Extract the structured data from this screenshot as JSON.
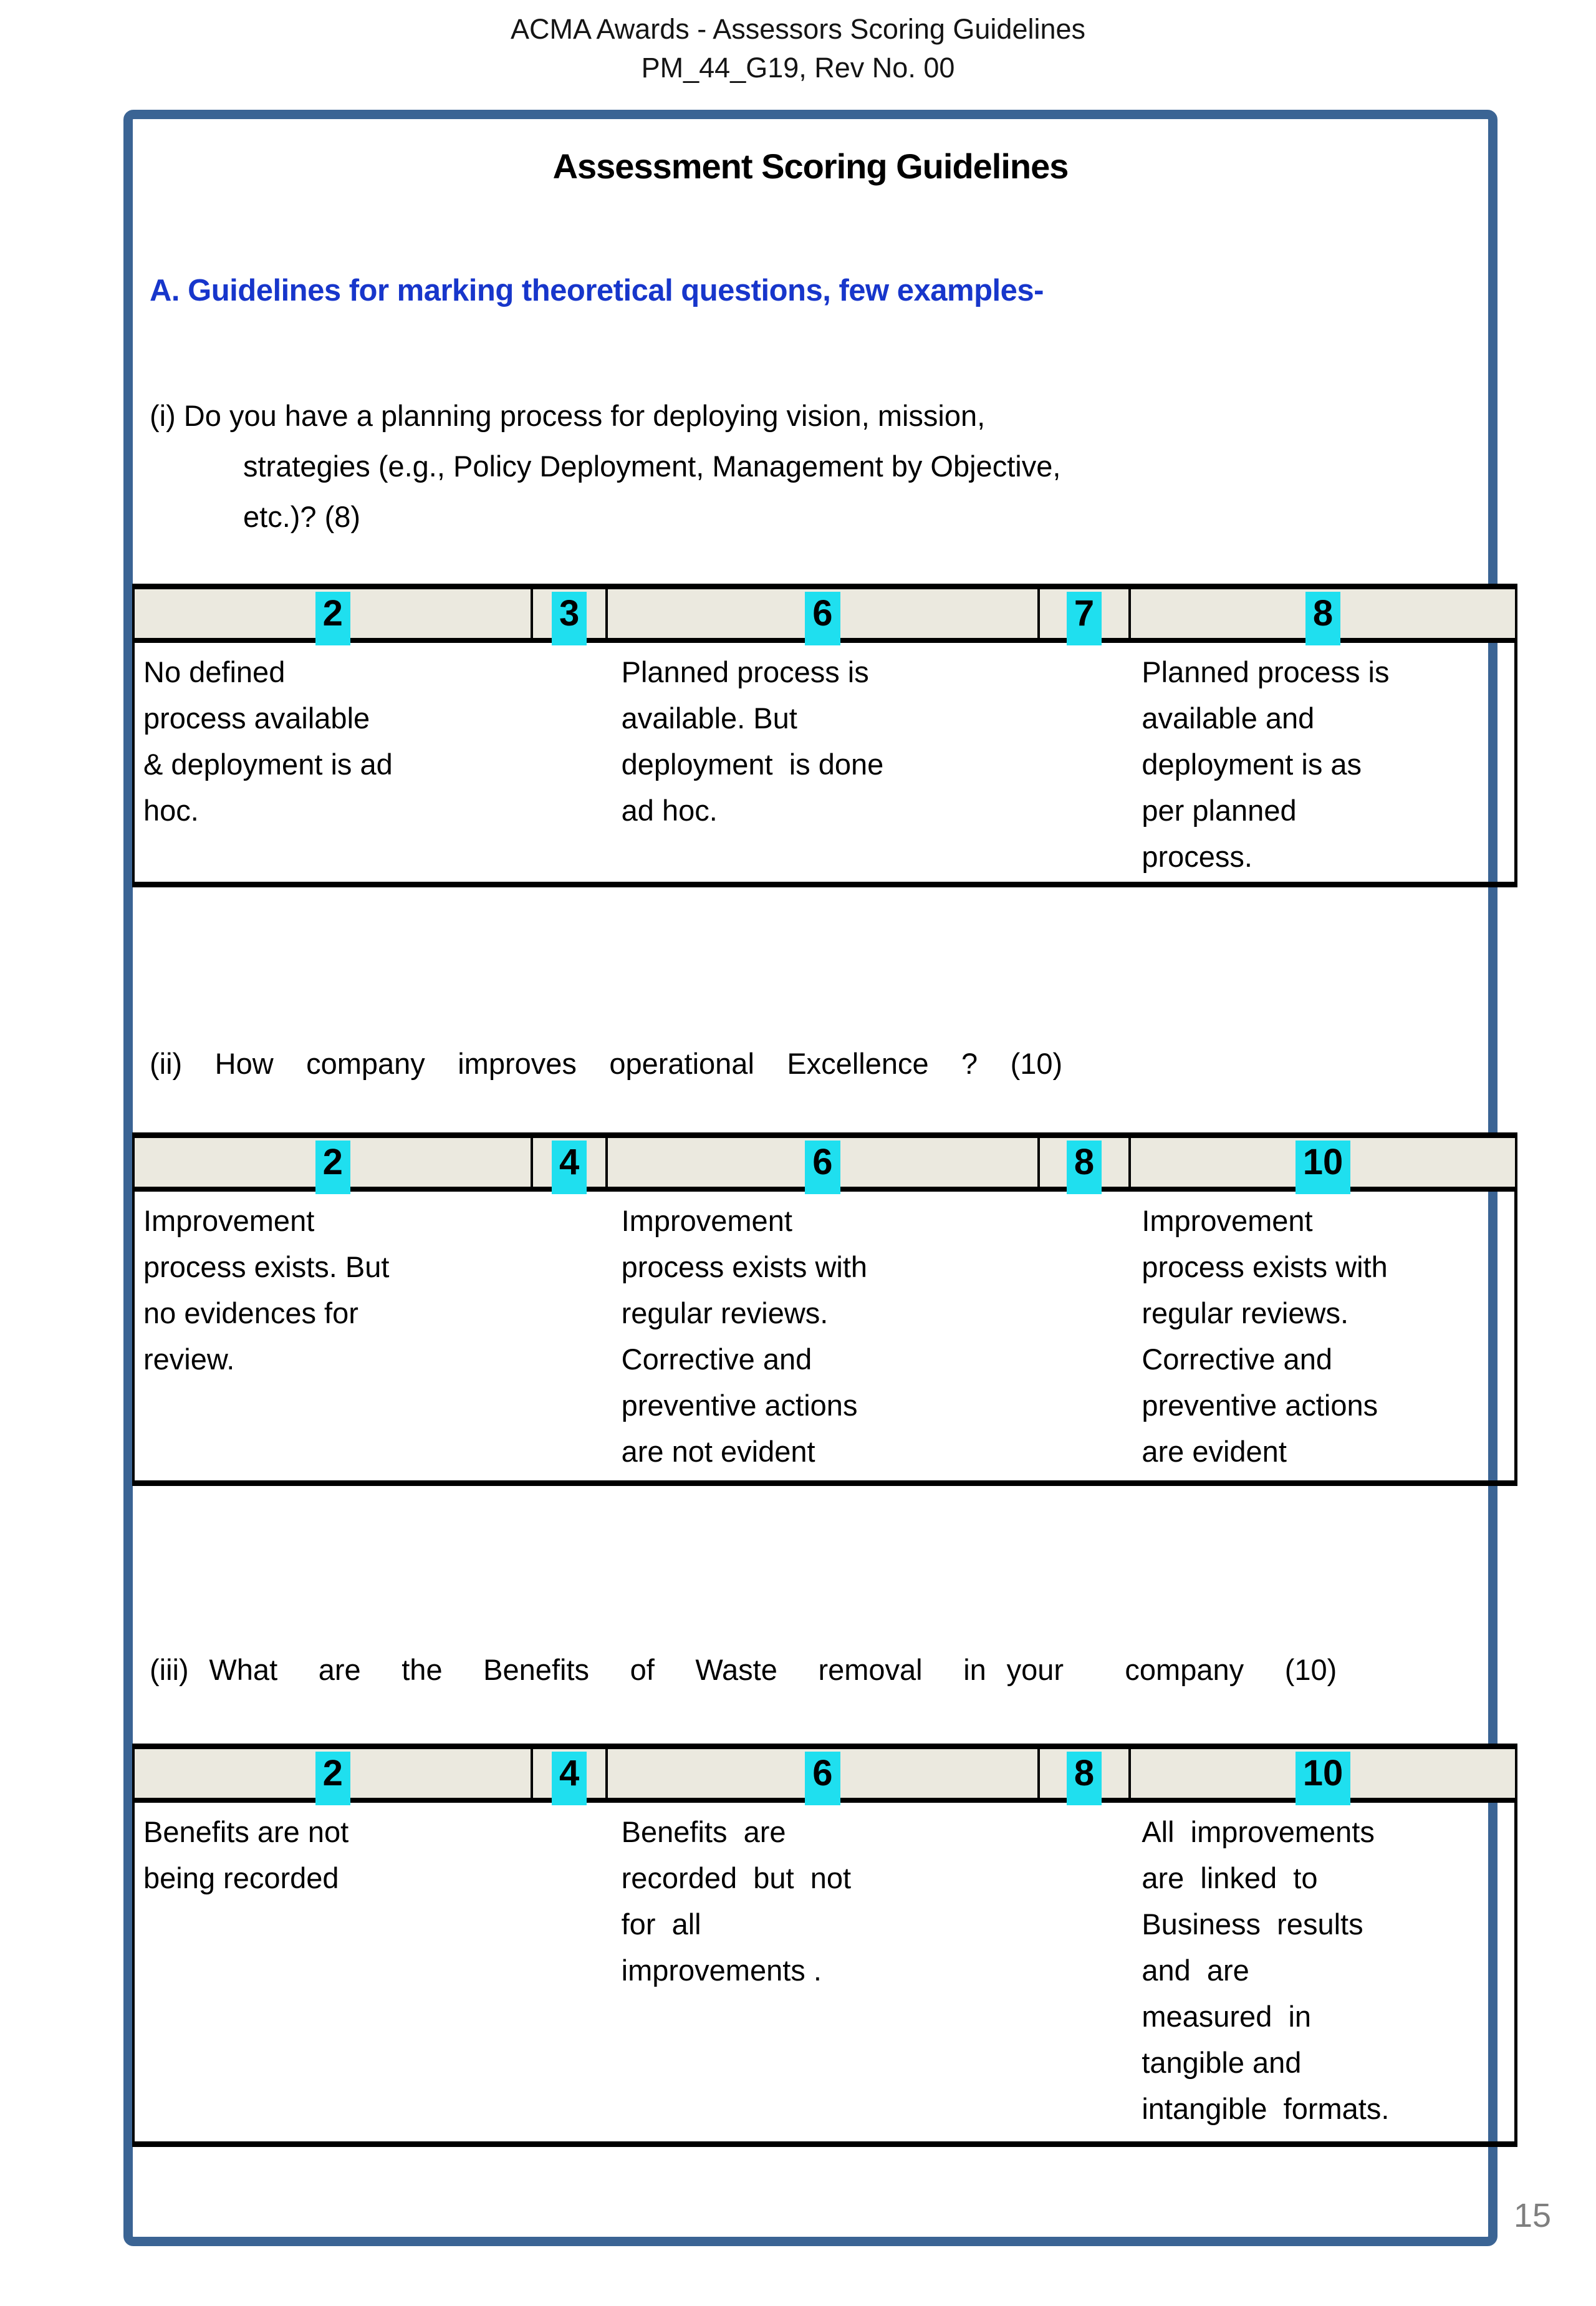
{
  "doc_header": {
    "line1": "ACMA  Awards - Assessors Scoring Guidelines",
    "line2": "PM_44_G19, Rev No. 00"
  },
  "page_title": "Assessment Scoring Guidelines",
  "section_heading": "A. Guidelines for marking theoretical questions, few examples-",
  "questions": {
    "q1": {
      "line1": "(i) Do you have a planning process for deploying vision, mission,",
      "line2": "strategies  (e.g., Policy Deployment, Management by Objective,",
      "line3": "etc.)?  (8)"
    },
    "q2": {
      "text": "(ii)  How  company  improves  operational  Excellence  ?  (10)"
    },
    "q3": {
      "text": "(iii) What  are  the  Benefits  of  Waste  removal  in your   company  (10)"
    }
  },
  "tables": [
    {
      "name": "planning-process-scoring",
      "scores": [
        "2",
        "3",
        "6",
        "7",
        "8"
      ],
      "criteria": {
        "low": "No defined\nprocess available\n& deployment is ad\nhoc.",
        "mid": "Planned process is\navailable. But\ndeployment  is done\nad hoc.",
        "high": "Planned process is\navailable and\ndeployment is as\nper planned\nprocess."
      }
    },
    {
      "name": "operational-excellence-scoring",
      "scores": [
        "2",
        "4",
        "6",
        "8",
        "10"
      ],
      "criteria": {
        "low": "Improvement\nprocess exists. But\nno evidences for\nreview.",
        "mid": "Improvement\nprocess exists with\nregular reviews.\nCorrective and\npreventive actions\nare not evident",
        "high": "Improvement\nprocess exists with\nregular reviews.\nCorrective and\npreventive actions\nare evident"
      }
    },
    {
      "name": "waste-removal-benefits-scoring",
      "scores": [
        "2",
        "4",
        "6",
        "8",
        "10"
      ],
      "criteria": {
        "low": "Benefits are not\nbeing recorded",
        "mid": "Benefits  are\nrecorded  but  not\nfor  all\nimprovements .",
        "high": "All  improvements\nare  linked  to\nBusiness  results\nand  are\nmeasured  in\ntangible and\nintangible  formats."
      }
    }
  ],
  "page_number": "15",
  "colors": {
    "frame_blue": "#3b6494",
    "heading_blue": "#1736cb",
    "highlight_cyan": "#1fdfef",
    "score_row_bg": "#ebe9df",
    "table_border": "#000000",
    "page_number_gray": "#7f7f7f"
  }
}
